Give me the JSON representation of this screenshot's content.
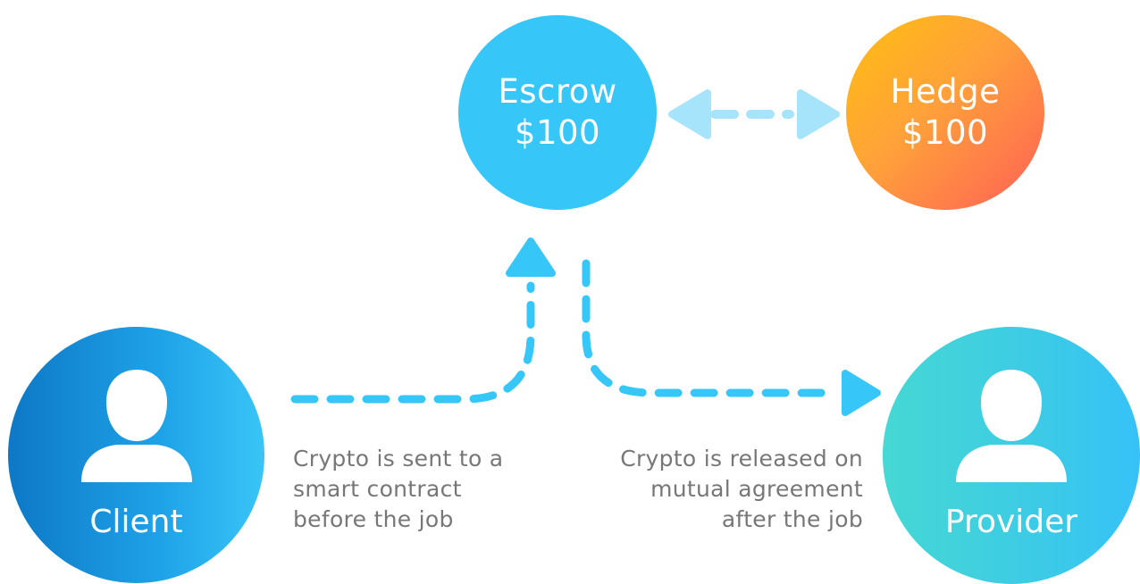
{
  "escrow": {
    "line1": "Escrow",
    "line2": "$100"
  },
  "hedge": {
    "line1": "Hedge",
    "line2": "$100"
  },
  "client": {
    "label": "Client",
    "icon": "user-icon"
  },
  "provider": {
    "label": "Provider",
    "icon": "user-icon"
  },
  "captions": {
    "send": [
      "Crypto is sent to a",
      "smart contract",
      "before the job"
    ],
    "release": [
      "Crypto is released on",
      "mutual agreement",
      "after the job"
    ]
  },
  "colors": {
    "escrow": "#36c7f8",
    "hedge_from": "#ffbf10",
    "hedge_to": "#ff5f57",
    "client_from": "#0d78c6",
    "client_to": "#39c5f7",
    "provider_from": "#45d8d4",
    "provider_to": "#36c2f7",
    "connector": "#36c7f8",
    "connector_light": "#a6e4fb",
    "caption": "#777777"
  }
}
